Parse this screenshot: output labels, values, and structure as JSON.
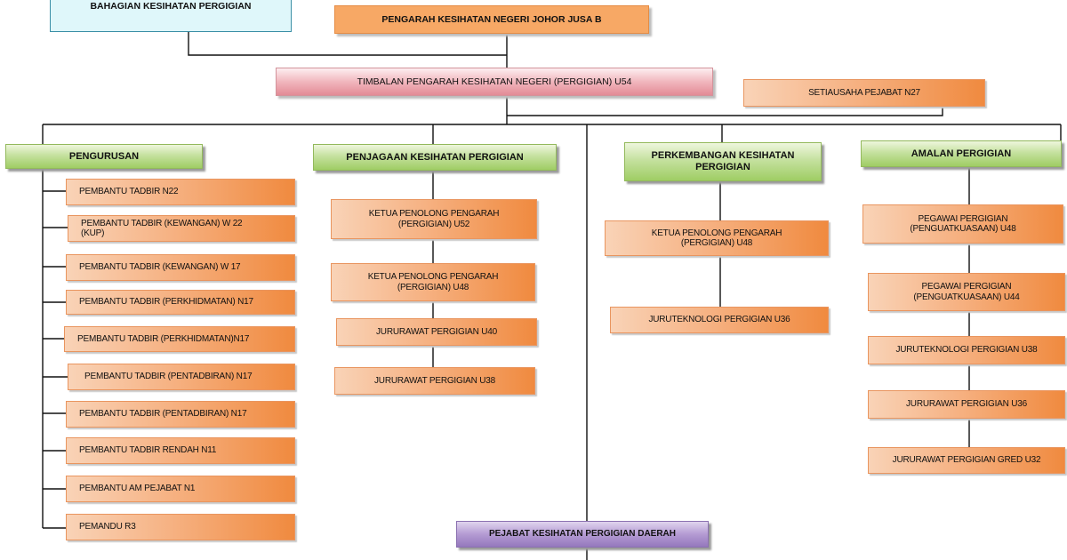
{
  "top": {
    "bahagian": "BAHAGIAN KESIHATAN  PERGIGIAN",
    "pengarah": "PENGARAH KESIHATAN NEGERI  JOHOR JUSA B",
    "timbalan": "TIMBALAN PENGARAH KESIHATAN NEGERI (PERGIGIAN) U54",
    "setiausaha": "SETIAUSAHA PEJABAT N27"
  },
  "sections": {
    "pengurusan": {
      "header": "PENGURUSAN",
      "items": [
        "PEMBANTU TADBIR N22",
        "PEMBANTU TADBIR  (KEWANGAN) W 22 (KUP)",
        "PEMBANTU TADBIR  (KEWANGAN)  W 17",
        "PEMBANTU TADBIR (PERKHIDMATAN)  N17",
        "PEMBANTU TADBIR (PERKHIDMATAN)N17",
        "PEMBANTU TADBIR (PENTADBIRAN) N17",
        "PEMBANTU TADBIR  (PENTADBIRAN)  N17",
        "PEMBANTU  TADBIR RENDAH  N11",
        "PEMBANTU  AM  PEJABAT  N1",
        "PEMANDU R3"
      ]
    },
    "penjagaan": {
      "header": "PENJAGAAN KESIHATAN PERGIGIAN",
      "items": [
        "KETUA PENOLONG PENGARAH (PERGIGIAN) U52",
        "KETUA PENOLONG PENGARAH (PERGIGIAN) U48",
        "JURURAWAT PERGIGIAN U40",
        "JURURAWAT PERGIGIAN  U38"
      ]
    },
    "perkembangan": {
      "header": "PERKEMBANGAN KESIHATAN PERGIGIAN",
      "items": [
        "KETUA PENOLONG PENGARAH (PERGIGIAN) U48",
        "JURUTEKNOLOGI PERGIGIAN  U36"
      ]
    },
    "amalan": {
      "header": "AMALAN  PERGIGIAN",
      "items": [
        "PEGAWAI PERGIGIAN (PENGUATKUASAAN) U48",
        "PEGAWAI PERGIGIAN (PENGUATKUASAAN) U44",
        "JURUTEKNOLOGI PERGIGIAN  U38",
        "JURURAWAT PERGIGIAN  U36",
        "JURURAWAT PERGIGIAN GRED U32"
      ]
    }
  },
  "daerah": "PEJABAT KESIHATAN PERGIGIAN DAERAH"
}
